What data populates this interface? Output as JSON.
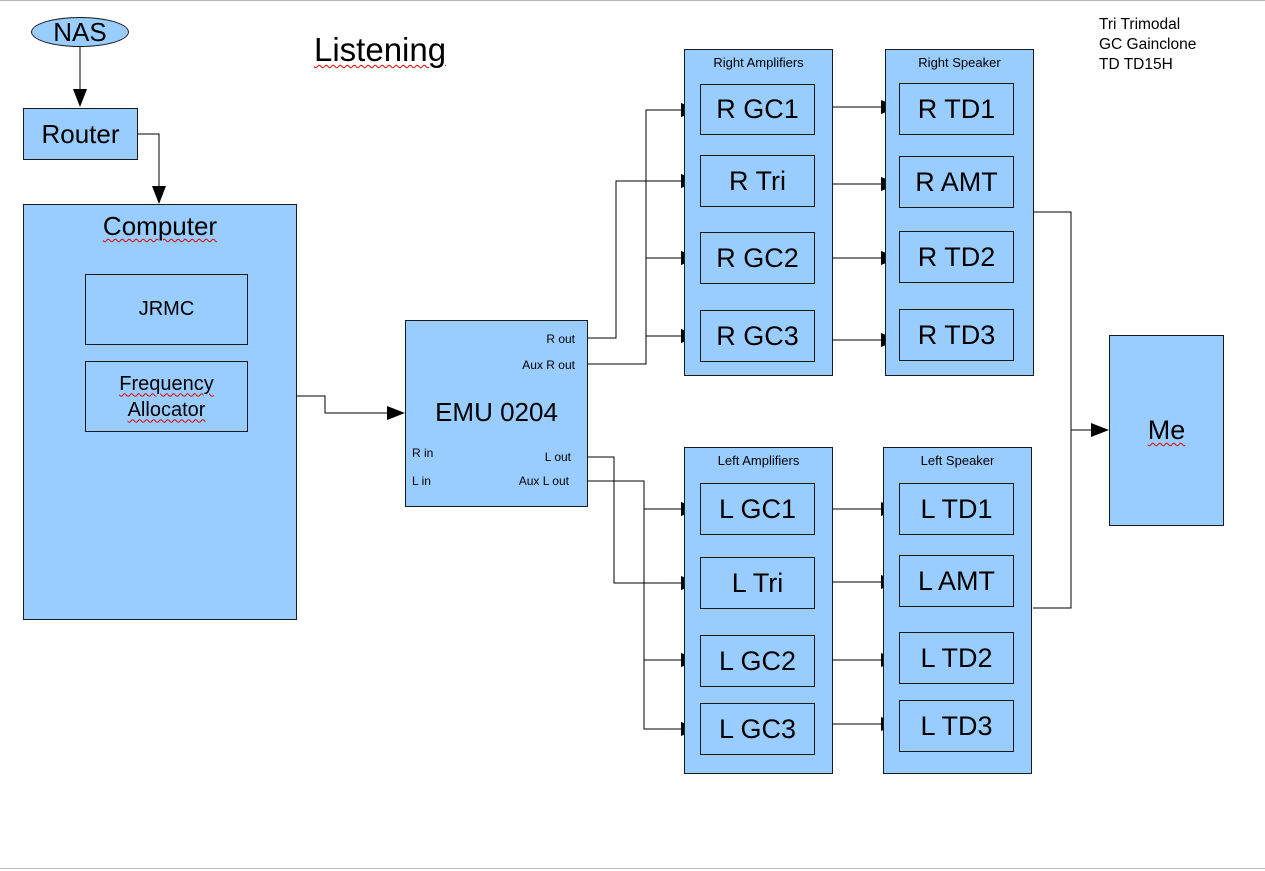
{
  "title": "Listening",
  "legend": {
    "line1": "Tri Trimodal",
    "line2": "GC Gainclone",
    "line3": "TD TD15H"
  },
  "nodes": {
    "nas": "NAS",
    "router": "Router",
    "computer": "Computer",
    "jrmc": "JRMC",
    "freq_line1": "Frequency",
    "freq_line2": "Allocator",
    "emu": "EMU 0204",
    "me": "Me"
  },
  "emu_ports": {
    "r_out": "R out",
    "aux_r_out": "Aux R out",
    "r_in": "R in",
    "l_in": "L in",
    "l_out": "L out",
    "aux_l_out": "Aux L out"
  },
  "right_amplifiers": {
    "label": "Right Amplifiers",
    "items": [
      "R GC1",
      "R Tri",
      "R GC2",
      "R GC3"
    ]
  },
  "right_speaker": {
    "label": "Right Speaker",
    "items": [
      "R TD1",
      "R AMT",
      "R TD2",
      "R TD3"
    ]
  },
  "left_amplifiers": {
    "label": "Left Amplifiers",
    "items": [
      "L GC1",
      "L Tri",
      "L GC2",
      "L GC3"
    ]
  },
  "left_speaker": {
    "label": "Left Speaker",
    "items": [
      "L TD1",
      "L AMT",
      "L TD2",
      "L TD3"
    ]
  },
  "colors": {
    "box_fill": "#99ccff",
    "line": "#000000",
    "spellcheck_underline": "#e00000"
  }
}
